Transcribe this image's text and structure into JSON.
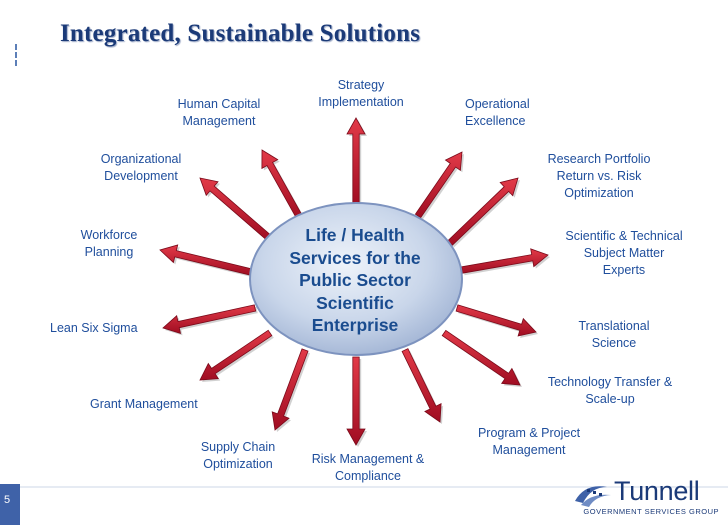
{
  "slide": {
    "title": "Integrated, Sustainable Solutions",
    "page_number": "5"
  },
  "hub": {
    "lines": [
      "Life / Health",
      "Services for the",
      "Public Sector",
      "Scientific",
      "Enterprise"
    ]
  },
  "spokes": [
    {
      "id": "strategy",
      "lines": [
        "Strategy",
        "Implementation"
      ]
    },
    {
      "id": "operational",
      "lines": [
        "Operational",
        "Excellence"
      ]
    },
    {
      "id": "research",
      "lines": [
        "Research Portfolio",
        "Return vs. Risk",
        "Optimization"
      ]
    },
    {
      "id": "sme",
      "lines": [
        "Scientific & Technical",
        "Subject Matter",
        "Experts"
      ]
    },
    {
      "id": "translational",
      "lines": [
        "Translational",
        "Science"
      ]
    },
    {
      "id": "techtransfer",
      "lines": [
        "Technology Transfer &",
        "Scale-up"
      ]
    },
    {
      "id": "program",
      "lines": [
        "Program & Project",
        "Management"
      ]
    },
    {
      "id": "risk",
      "lines": [
        "Risk Management &",
        "Compliance"
      ]
    },
    {
      "id": "supply",
      "lines": [
        "Supply Chain",
        "Optimization"
      ]
    },
    {
      "id": "grant",
      "lines": [
        "Grant Management"
      ]
    },
    {
      "id": "leansix",
      "lines": [
        "Lean Six Sigma"
      ]
    },
    {
      "id": "workforce",
      "lines": [
        "Workforce",
        "Planning"
      ]
    },
    {
      "id": "orgdev",
      "lines": [
        "Organizational",
        "Development"
      ]
    },
    {
      "id": "humancap",
      "lines": [
        "Human Capital",
        "Management"
      ]
    }
  ],
  "logo": {
    "name": "Tunnell",
    "tagline": "GOVERNMENT SERVICES GROUP"
  },
  "colors": {
    "arrow_fill": "#c8102e",
    "hub_fill": "#c9d6ea",
    "label_text": "#1f4e9c",
    "title_text": "#1b3a78"
  }
}
